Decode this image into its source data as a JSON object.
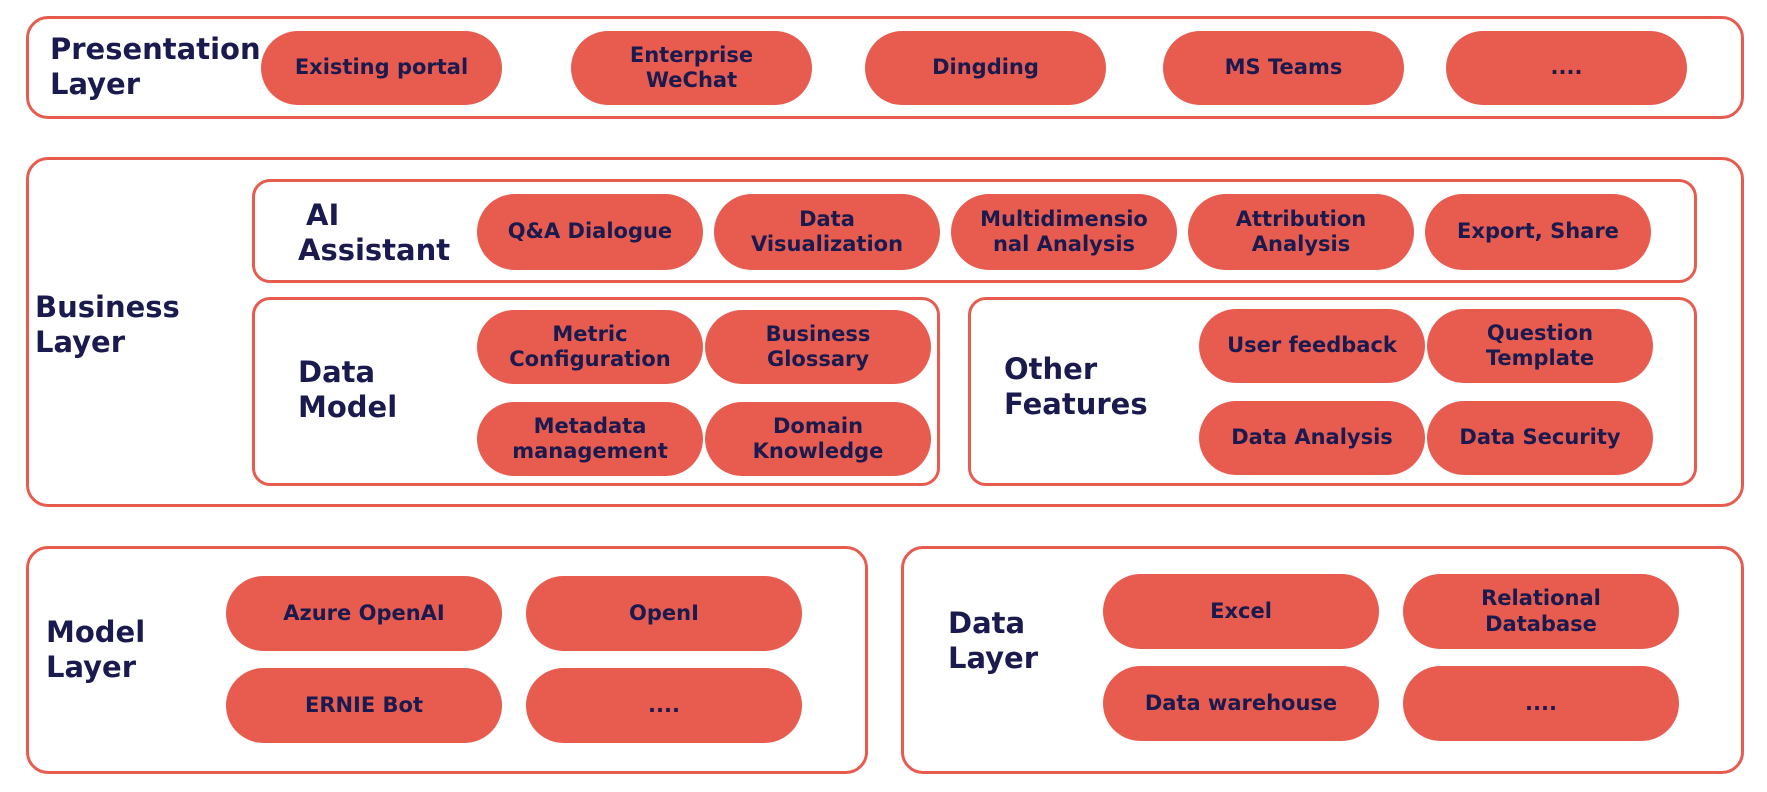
{
  "presentation": {
    "label": [
      "Presentation",
      "Layer"
    ],
    "items": [
      [
        "Existing portal"
      ],
      [
        "Enterprise",
        "WeChat"
      ],
      [
        "Dingding"
      ],
      [
        "MS Teams"
      ],
      [
        "...."
      ]
    ]
  },
  "business": {
    "label": [
      "Business",
      "Layer"
    ],
    "ai_assistant": {
      "label": [
        "AI",
        "Assistant"
      ],
      "items": [
        [
          "Q&A Dialogue"
        ],
        [
          "Data",
          "Visualization"
        ],
        [
          "Multidimensio",
          "nal Analysis"
        ],
        [
          "Attribution",
          "Analysis"
        ],
        [
          "Export, Share"
        ]
      ]
    },
    "data_model": {
      "label": [
        "Data",
        "Model"
      ],
      "items": [
        [
          "Metric",
          "Configuration"
        ],
        [
          "Business",
          "Glossary"
        ],
        [
          "Metadata",
          "management"
        ],
        [
          "Domain",
          "Knowledge"
        ]
      ]
    },
    "other_features": {
      "label": [
        "Other",
        "Features"
      ],
      "items": [
        [
          "User feedback"
        ],
        [
          "Question",
          "Template"
        ],
        [
          "Data Analysis"
        ],
        [
          "Data Security"
        ]
      ]
    }
  },
  "model_layer": {
    "label": [
      "Model",
      "Layer"
    ],
    "items": [
      [
        "Azure OpenAI"
      ],
      [
        "OpenI"
      ],
      [
        "ERNIE Bot"
      ],
      [
        "...."
      ]
    ]
  },
  "data_layer": {
    "label": [
      "Data",
      "Layer"
    ],
    "items": [
      [
        "Excel"
      ],
      [
        "Relational",
        "Database"
      ],
      [
        "Data warehouse"
      ],
      [
        "...."
      ]
    ]
  },
  "colors": {
    "accent": "#e85c50",
    "text": "#1a1a4e",
    "background": "#ffffff"
  }
}
